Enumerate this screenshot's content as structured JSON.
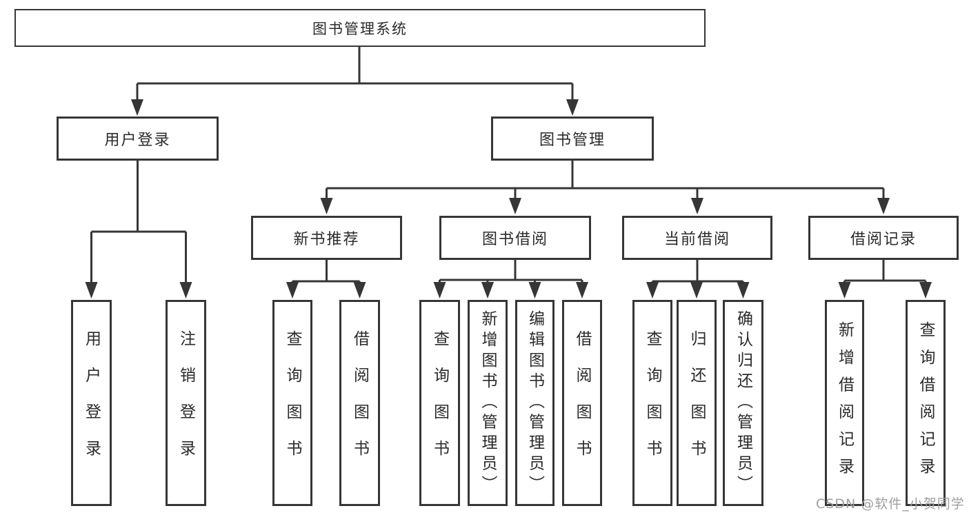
{
  "diagram": {
    "root": {
      "label": "图书管理系统",
      "children": [
        {
          "label": "用户登录",
          "children": [
            {
              "label": "用户登录"
            },
            {
              "label": "注销登录"
            }
          ]
        },
        {
          "label": "图书管理",
          "children": [
            {
              "label": "新书推荐",
              "children": [
                {
                  "label": "查询图书"
                },
                {
                  "label": "借阅图书"
                }
              ]
            },
            {
              "label": "图书借阅",
              "children": [
                {
                  "label": "查询图书"
                },
                {
                  "label": "新增图书（管理员）"
                },
                {
                  "label": "编辑图书（管理员）"
                },
                {
                  "label": "借阅图书"
                }
              ]
            },
            {
              "label": "当前借阅",
              "children": [
                {
                  "label": "查询图书"
                },
                {
                  "label": "归还图书"
                },
                {
                  "label": "确认归还（管理员）"
                }
              ]
            },
            {
              "label": "借阅记录",
              "children": [
                {
                  "label": "新增借阅记录"
                },
                {
                  "label": "查询借阅记录"
                }
              ]
            }
          ]
        }
      ]
    },
    "watermark": "CSDN @软件_小贺同学",
    "colors": {
      "line": "#363636",
      "box_border": "#363636",
      "text": "#2a2a2a",
      "background": "#ffffff",
      "watermark": "#9e9e9e"
    }
  }
}
